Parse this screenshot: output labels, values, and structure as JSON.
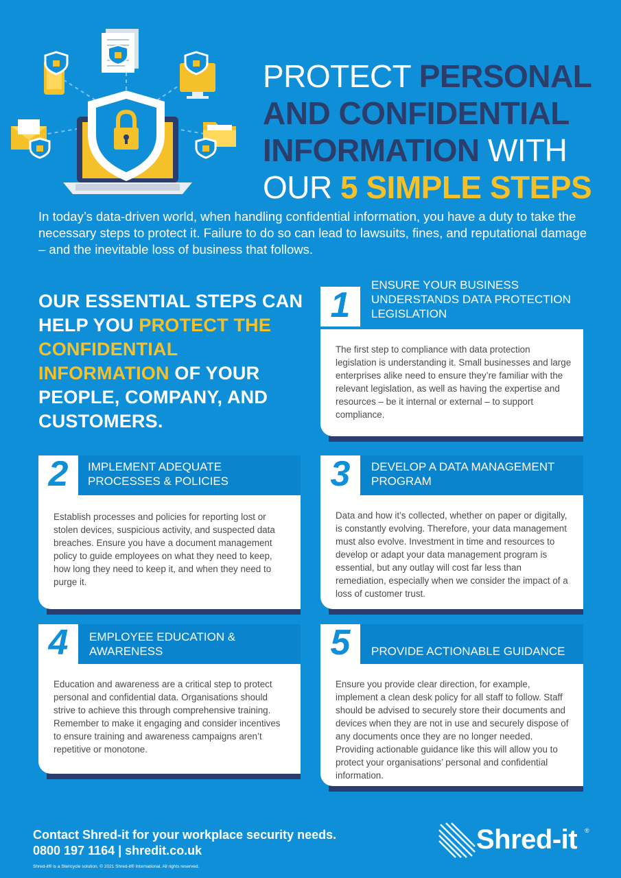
{
  "hero": {
    "line1_a": "PROTECT ",
    "line1_b": "PERSONAL",
    "line2": "AND CONFIDENTIAL",
    "line3_a": "INFORMATION",
    "line3_b": " WITH",
    "line4_a": "OUR ",
    "line4_b": "5 SIMPLE STEPS"
  },
  "intro": "In today’s data-driven world, when handling confidential information, you have a duty to take the necessary steps to protect it. Failure to do so can lead to lawsuits, fines, and reputational damage – and the inevitable loss of business that follows.",
  "essential": {
    "part1": "OUR ESSENTIAL STEPS CAN HELP YOU ",
    "part2": "PROTECT THE CONFIDENTIAL INFORMATION",
    "part3": " OF YOUR PEOPLE, COMPANY, AND CUSTOMERS."
  },
  "steps": [
    {
      "number": "1",
      "title": "ENSURE YOUR BUSINESS UNDERSTANDS DATA PROTECTION LEGISLATION",
      "body": "The first step to compliance with data protection legislation is understanding it. Small businesses and large enterprises alike need to ensure they’re familiar with the relevant legislation, as well as having the expertise and resources – be it internal or external – to support compliance."
    },
    {
      "number": "2",
      "title": "IMPLEMENT ADEQUATE PROCESSES & POLICIES",
      "body": "Establish processes and policies for reporting lost or stolen devices, suspicious activity, and suspected data breaches. Ensure you have a document management policy to guide employees on what they need to keep, how long they need to keep it, and when they need to purge it."
    },
    {
      "number": "3",
      "title": "DEVELOP A DATA MANAGEMENT PROGRAM",
      "body": "Data and how it’s collected, whether on paper or digitally, is constantly evolving. Therefore, your data management must also evolve. Investment in time and resources to develop or adapt your data management program is essential, but any outlay will cost far less than remediation, especially when we consider the impact of a loss of customer trust."
    },
    {
      "number": "4",
      "title": "EMPLOYEE EDUCATION & AWARENESS",
      "body": "Education and awareness are a critical step to protect personal and confidential data. Organisations should strive to achieve this through comprehensive training. Remember to make it engaging and consider incentives to ensure training and awareness campaigns aren’t repetitive or monotone."
    },
    {
      "number": "5",
      "title": "PROVIDE ACTIONABLE GUIDANCE",
      "body": "Ensure you provide clear direction, for example, implement a clean desk policy for all staff to follow. Staff should be advised to securely store their documents and devices when they are not in use and securely dispose of any documents once they are no longer needed. Providing actionable guidance like this will allow you to protect your organisations’ personal and confidential information."
    }
  ],
  "footer": {
    "contact_line1": "Contact Shred-it for your workplace security needs.",
    "contact_line2": "0800 197 1164 | shredit.co.uk",
    "legal": "Shred-it® is a Stericycle solution.  © 2021 Shred-it® International. All rights reserved.",
    "logo_text": "Shred-it",
    "logo_reg": "®"
  },
  "colors": {
    "background": "#0f8fd8",
    "navy": "#2b3d6b",
    "gold": "#f5c12b",
    "white": "#ffffff"
  },
  "icons": [
    "laptop-icon",
    "shield-lock-icon",
    "document-icon",
    "monitor-icon",
    "phone-icon",
    "envelope-icon",
    "folder-icon"
  ]
}
